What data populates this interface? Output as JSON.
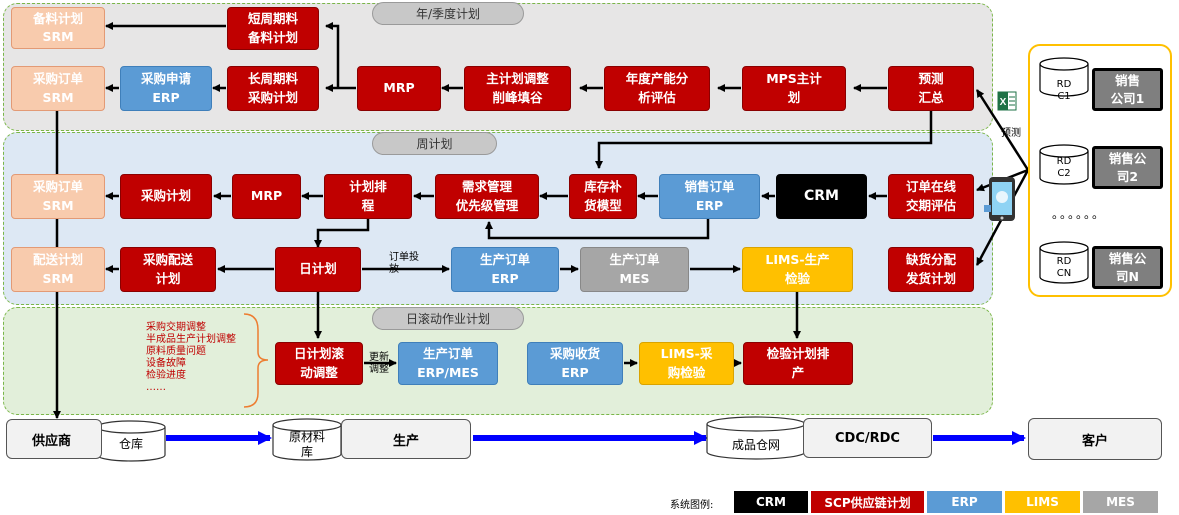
{
  "panels": {
    "annual_title": "年/季度计划",
    "weekly_title": "周计划",
    "daily_title": "日滚动作业计划"
  },
  "annual": {
    "spare_plan_srm": {
      "l1": "备料计划",
      "l2": "SRM"
    },
    "short_cycle": {
      "l1": "短周期料",
      "l2": "备料计划"
    },
    "purchase_order_srm": {
      "l1": "采购订单",
      "l2": "SRM"
    },
    "purchase_request_erp": {
      "l1": "采购申请",
      "l2": "ERP"
    },
    "long_cycle": {
      "l1": "长周期料",
      "l2": "采购计划"
    },
    "mrp": {
      "l1": "MRP"
    },
    "master_plan_adjust": {
      "l1": "主计划调整",
      "l2": "削峰填谷"
    },
    "capacity_eval": {
      "l1": "年度产能分",
      "l2": "析评估"
    },
    "mps": {
      "l1": "MPS主计",
      "l2": "划"
    },
    "forecast": {
      "l1": "预测",
      "l2": "汇总"
    }
  },
  "weekly": {
    "purchase_order_srm": {
      "l1": "采购订单",
      "l2": "SRM"
    },
    "purchase_plan": {
      "l1": "采购计划"
    },
    "mrp": {
      "l1": "MRP"
    },
    "scheduling": {
      "l1": "计划排",
      "l2": "程"
    },
    "demand_mgmt": {
      "l1": "需求管理",
      "l2": "优先级管理"
    },
    "inventory_model": {
      "l1": "库存补",
      "l2": "货模型"
    },
    "sales_order_erp": {
      "l1": "销售订单",
      "l2": "ERP"
    },
    "crm": {
      "l1": "CRM"
    },
    "order_online": {
      "l1": "订单在线",
      "l2": "交期评估"
    },
    "delivery_plan_srm": {
      "l1": "配送计划",
      "l2": "SRM"
    },
    "purchase_delivery": {
      "l1": "采购配送",
      "l2": "计划"
    },
    "daily_plan": {
      "l1": "日计划"
    },
    "order_release_label": {
      "l1": "订单投",
      "l2": "放"
    },
    "production_order_erp": {
      "l1": "生产订单",
      "l2": "ERP"
    },
    "production_order_mes": {
      "l1": "生产订单",
      "l2": "MES"
    },
    "lims_production": {
      "l1": "LIMS-生产",
      "l2": "检验"
    },
    "shortage": {
      "l1": "缺货分配",
      "l2": "发货计划"
    }
  },
  "daily": {
    "issues": [
      "采购交期调整",
      "半成品生产计划调整",
      "原料质量问题",
      "设备故障",
      "检验进度",
      "……"
    ],
    "rolling_adjust": {
      "l1": "日计划滚",
      "l2": "动调整"
    },
    "update_label": {
      "l1": "更新",
      "l2": "调整"
    },
    "production_order": {
      "l1": "生产订单",
      "l2": "ERP/MES"
    },
    "purchase_receipt": {
      "l1": "采购收货",
      "l2": "ERP"
    },
    "lims_purchase": {
      "l1": "LIMS-采",
      "l2": "购检验"
    },
    "inspection_schedule": {
      "l1": "检验计划排",
      "l2": "产"
    }
  },
  "flow": {
    "supplier": "供应商",
    "warehouse": "仓库",
    "raw_material": {
      "l1": "原材料",
      "l2": "库"
    },
    "production": "生产",
    "finished_goods": "成品仓网",
    "cdc_rdc": "CDC/RDC",
    "customer": "客户"
  },
  "sales_panel": {
    "rdc": [
      {
        "rd": "RD",
        "id": "C1",
        "company_l1": "销售",
        "company_l2": "公司1"
      },
      {
        "rd": "RD",
        "id": "C2",
        "company_l1": "销售公",
        "company_l2": "司2"
      },
      {
        "rd": "RD",
        "id": "CN",
        "company_l1": "销售公",
        "company_l2": "司N"
      }
    ],
    "dots": "。。。。。。",
    "forecast_label": "预测"
  },
  "legend": {
    "label": "系统图例:",
    "items": [
      {
        "label": "CRM",
        "color": "#000000"
      },
      {
        "label": "SCP供应链计划",
        "color": "#c00000"
      },
      {
        "label": "ERP",
        "color": "#5b9bd5"
      },
      {
        "label": "LIMS",
        "color": "#ffc000"
      },
      {
        "label": "MES",
        "color": "#a6a6a6"
      }
    ]
  }
}
